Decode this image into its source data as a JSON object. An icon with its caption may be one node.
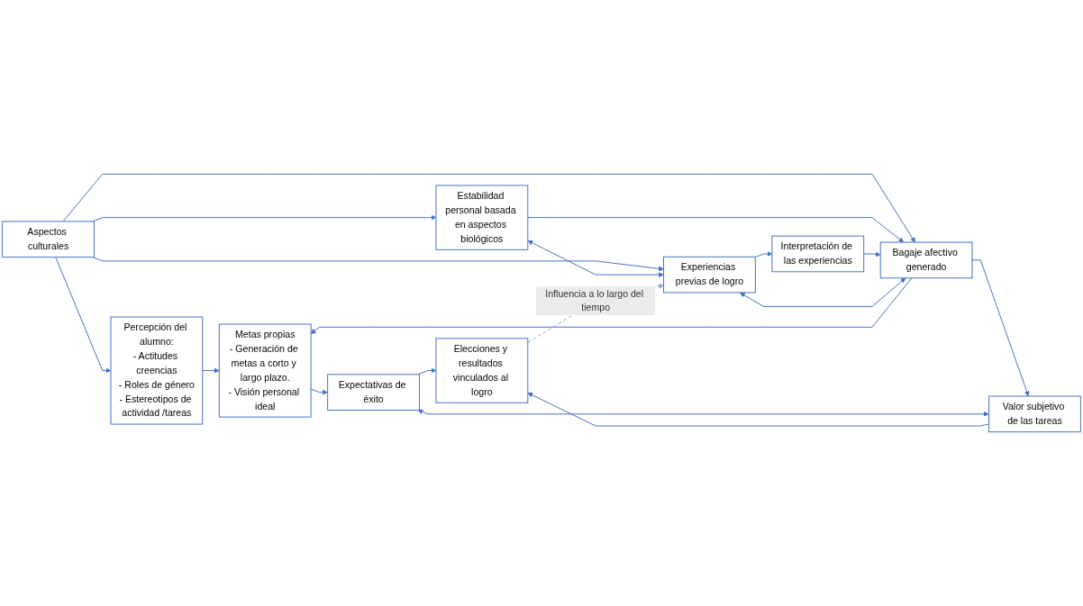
{
  "diagram": {
    "nodes": [
      {
        "text": [
          "Aspectos culturales"
        ]
      },
      {
        "text": [
          "Percepción del alumno:",
          "- Actitudes creencias",
          "- Roles de género",
          "- Estereotipos de actividad /tareas"
        ]
      },
      {
        "text": [
          "Metas propias",
          "- Generación de metas a corto y largo plazo.",
          "- Visión personal ideal"
        ]
      },
      {
        "text": [
          "Expectativas de éxito"
        ]
      },
      {
        "text": [
          "Estabilidad personal basada en aspectos biológicos"
        ]
      },
      {
        "text": [
          "Elecciones y resultados vinculados al logro"
        ]
      },
      {
        "text": [
          "Experiencias previas de logro"
        ]
      },
      {
        "text": [
          "Interpretación de las experiencias"
        ]
      },
      {
        "text": [
          "Bagaje afectivo generado"
        ]
      },
      {
        "text": [
          "Valor subjetivo de las tareas"
        ]
      }
    ],
    "edges": [
      {
        "from": 0,
        "to": 1,
        "arrow": "to"
      },
      {
        "from": 1,
        "to": 2,
        "arrow": "to"
      },
      {
        "from": 2,
        "to": 3,
        "arrow": "to"
      },
      {
        "from": 3,
        "to": 5,
        "arrow": "to"
      },
      {
        "from": 0,
        "to": 4,
        "arrow": "to"
      },
      {
        "from": 0,
        "to": 8,
        "arrow": "to"
      },
      {
        "from": 0,
        "to": 6,
        "arrow": "to"
      },
      {
        "from": 4,
        "to": 6,
        "arrow": "both"
      },
      {
        "from": 4,
        "to": 8,
        "arrow": "to"
      },
      {
        "from": 6,
        "to": 7,
        "arrow": "to"
      },
      {
        "from": 7,
        "to": 8,
        "arrow": "to"
      },
      {
        "from": 8,
        "to": 9,
        "arrow": "to"
      },
      {
        "from": 8,
        "to": 2,
        "arrow": "to"
      },
      {
        "from": 9,
        "to": 3,
        "arrow": "both"
      },
      {
        "from": 9,
        "to": 5,
        "arrow": "to"
      },
      {
        "from": 6,
        "to": 8,
        "arrow": "both"
      },
      {
        "from": 5,
        "to": 6,
        "arrow": "to",
        "style": "dashed",
        "label": "Influencia a lo largo del tiempo",
        "color": "#8faadc"
      }
    ]
  }
}
